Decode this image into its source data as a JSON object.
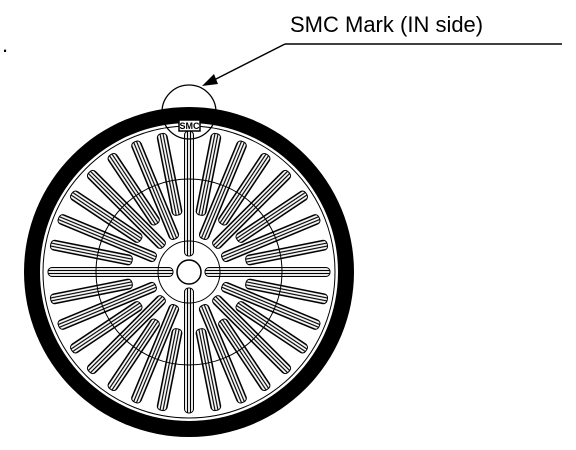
{
  "callout": {
    "label": "SMC Mark (IN side)",
    "leading_mark": "."
  },
  "element": {
    "mark_text": "SMC",
    "spoke_count": 32
  },
  "colors": {
    "ink": "#000000",
    "background": "#ffffff",
    "spoke_fill": "#d8d8d8"
  },
  "icons": {
    "pointer": "arrow-icon"
  }
}
